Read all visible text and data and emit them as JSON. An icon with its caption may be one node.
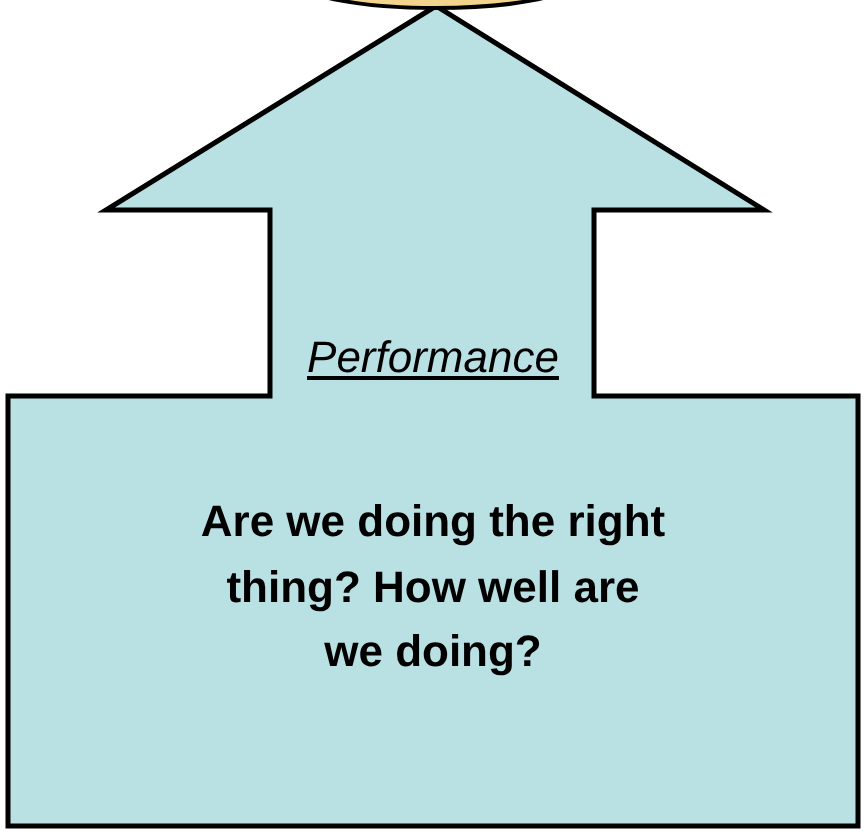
{
  "diagram": {
    "nodes": [
      {
        "text": [
          "Performance",
          "Are we doing the right thing? How well are we doing?"
        ]
      },
      {
        "text": [],
        "shape": "ellipse"
      }
    ]
  }
}
